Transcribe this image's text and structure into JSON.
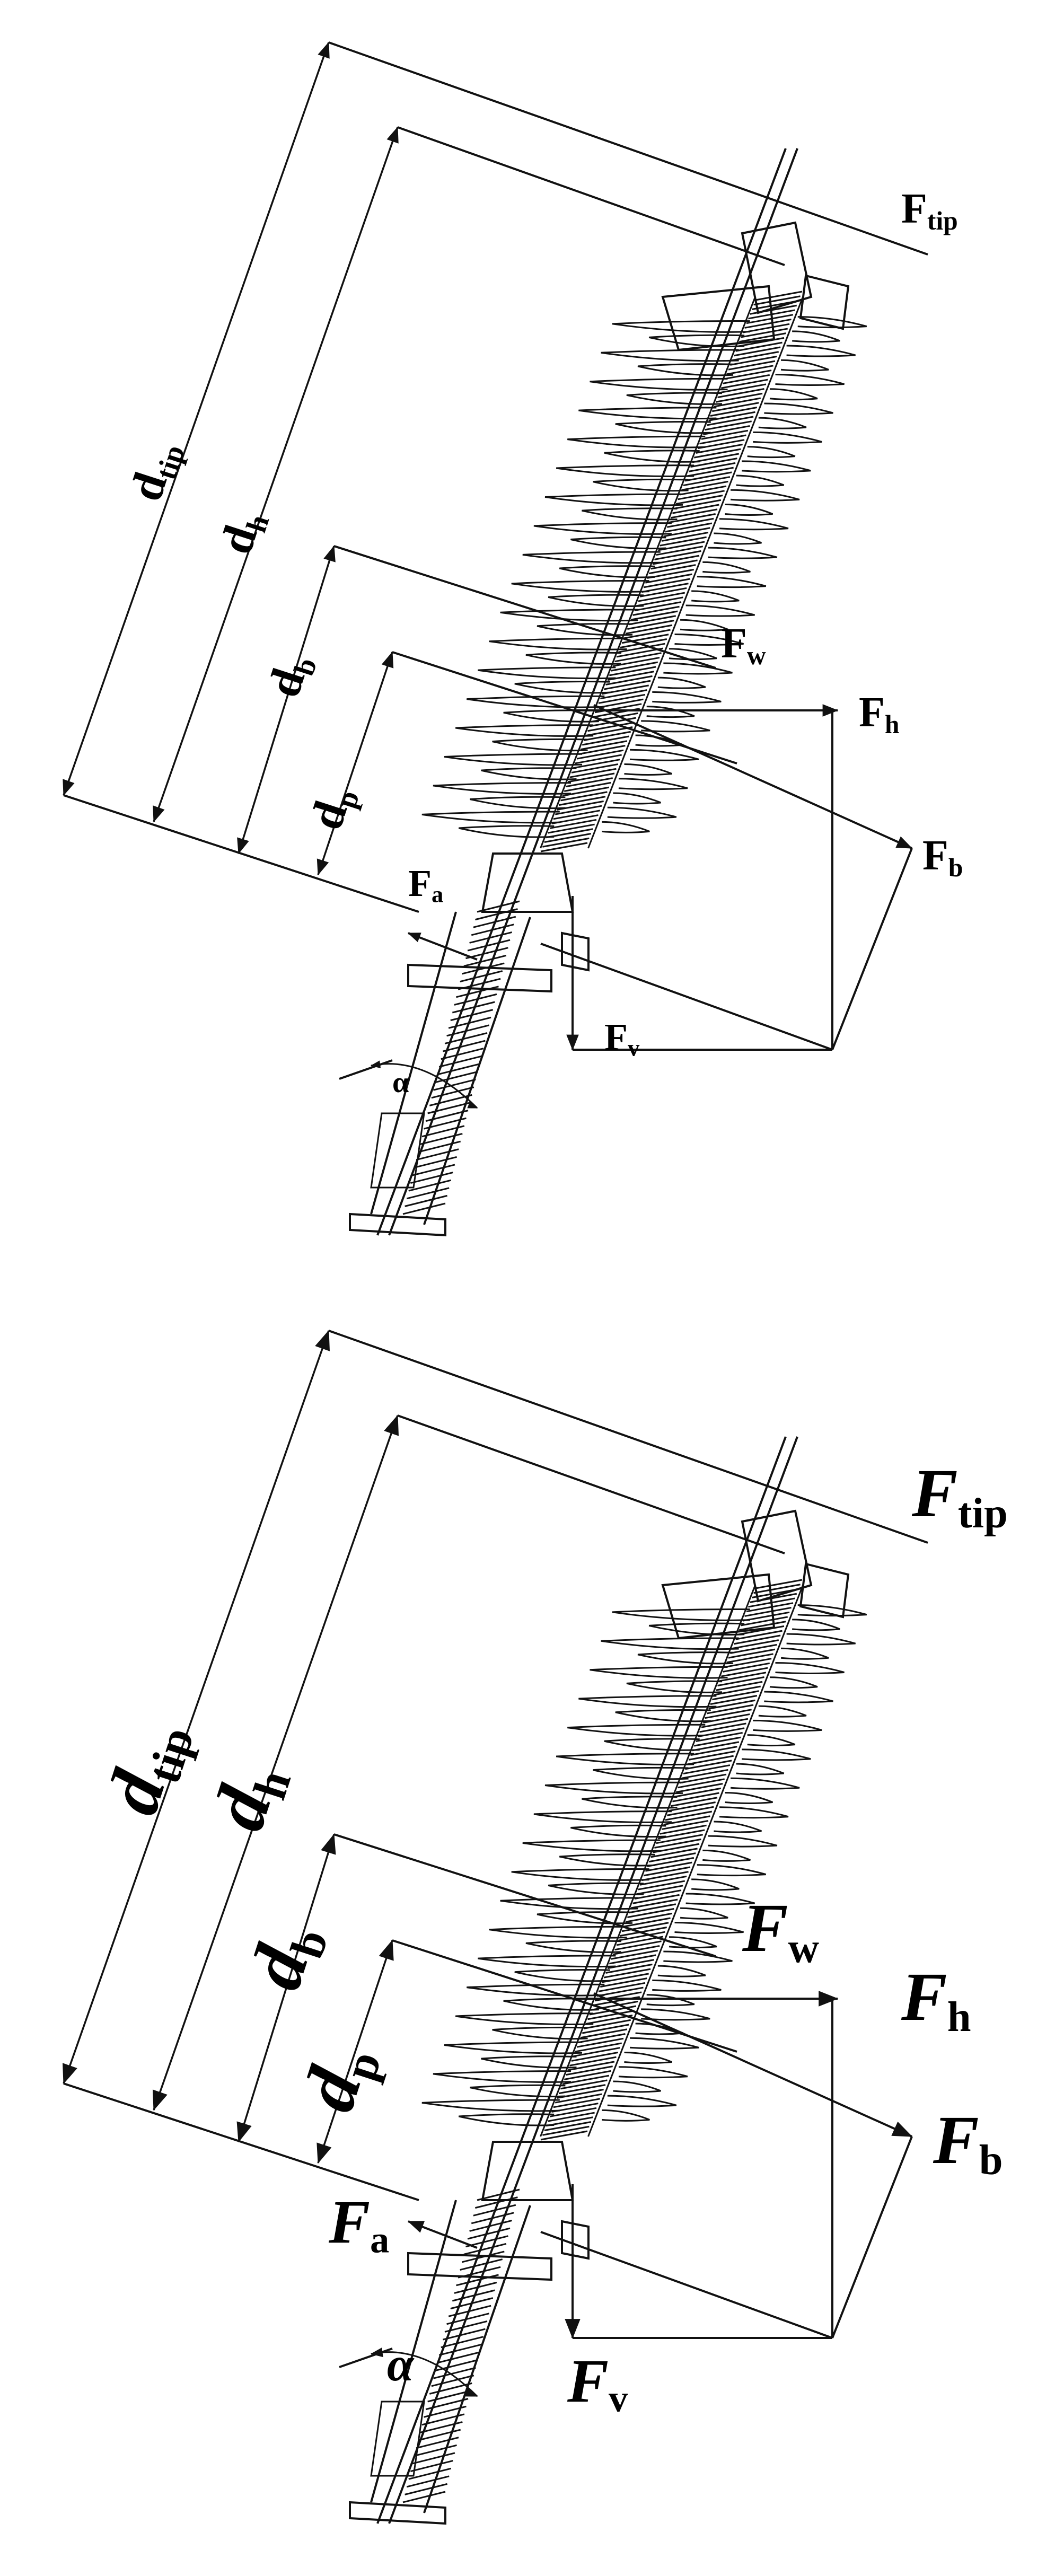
{
  "labels": {
    "F_tip": {
      "main": "F",
      "sub": "tip"
    },
    "F_w": {
      "main": "F",
      "sub": "w"
    },
    "F_h": {
      "main": "F",
      "sub": "h"
    },
    "F_b": {
      "main": "F",
      "sub": "b"
    },
    "F_a": {
      "main": "F",
      "sub": "a"
    },
    "F_v": {
      "main": "F",
      "sub": "v"
    },
    "d_tip": {
      "main": "d",
      "sub": "tip"
    },
    "d_h": {
      "main": "d",
      "sub": "h"
    },
    "d_b": {
      "main": "d",
      "sub": "b"
    },
    "d_p": {
      "main": "d",
      "sub": "p"
    },
    "alpha": "α"
  },
  "shed_count": 36
}
